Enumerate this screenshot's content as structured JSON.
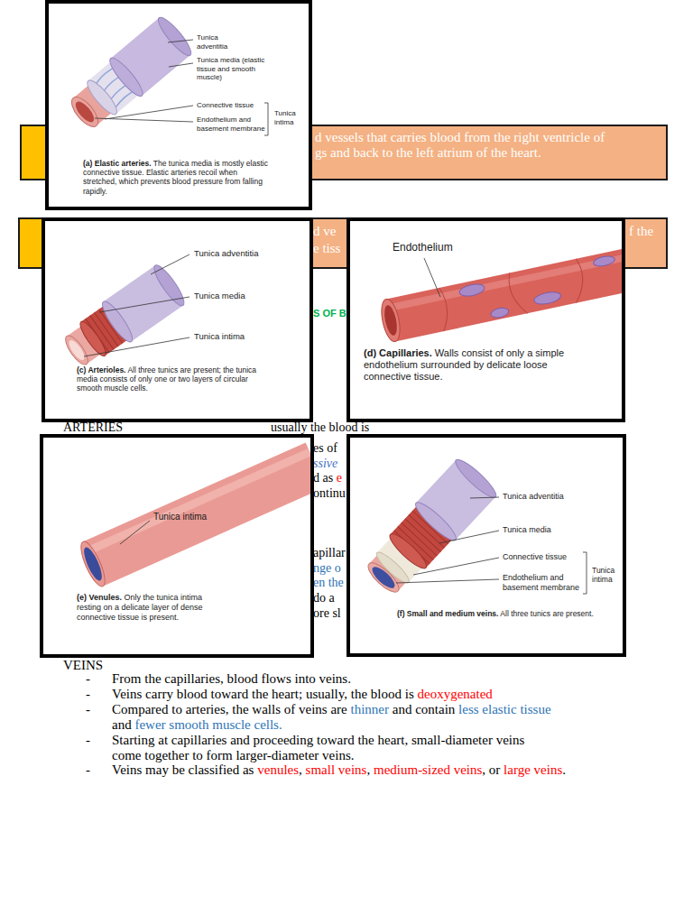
{
  "diagram": {
    "nodes": [
      {
        "text": [
          "d vessels that carries blood from the right ventricle of",
          "gs and back to the left atrium of the heart."
        ]
      },
      {
        "text": [
          "d ve",
          "f the",
          "e tiss"
        ]
      },
      {
        "text": [
          "Tunica adventitia",
          "Tunica media (elastic tissue and smooth muscle)",
          "Connective tissue",
          "Endothelium and basement membrane",
          "Tunica intima",
          "(a) Elastic arteries.",
          "The tunica media is mostly elastic connective tissue. Elastic arteries recoil when stretched, which prevents blood pressure from falling rapidly."
        ]
      },
      {
        "text": [
          "Tunica adventitia",
          "Tunica media",
          "Tunica intima",
          "(c) Arterioles.",
          "All three tunics are present; the tunica media consists of only one or two layers of circular smooth muscle cells."
        ]
      },
      {
        "text": [
          "Endothelium",
          "(d) Capillaries.",
          "Walls consist of only a simple endothelium surrounded by delicate loose connective tissue."
        ]
      },
      {
        "text": [
          "Tunica intima",
          "(e) Venules.",
          "Only the tunica intima resting on a delicate layer of dense connective tissue is present."
        ]
      },
      {
        "text": [
          "Tunica adventitia",
          "Tunica media",
          "Connective tissue",
          "Endothelium and basement membrane",
          "Tunica intima",
          "(f) Small and medium veins.",
          "All three tunics are present."
        ]
      }
    ],
    "labels": [
      "ARTERIES",
      "usually the blood is",
      "S OF B",
      "es of",
      "ssive",
      "d as",
      "e",
      "ontinu",
      "apillar",
      "nge o",
      "en the",
      "do a",
      "ore sl",
      "VEINS",
      "-",
      "From the capillaries, blood flows into veins.",
      "-",
      "Veins carry blood toward the heart; usually, the blood is",
      "deoxygenated",
      "-",
      "Compared to arteries, the walls of veins are",
      "thinner",
      "and contain",
      "less elastic tissue",
      "and",
      "fewer smooth muscle cells.",
      "-",
      "Starting at capillaries and proceeding toward the heart, small-diameter veins",
      "come together to form larger-diameter veins.",
      "-",
      "Veins may be classified as",
      "venules",
      ",",
      "small veins",
      ",",
      "medium-sized veins",
      ", or",
      "large veins",
      "."
    ]
  }
}
